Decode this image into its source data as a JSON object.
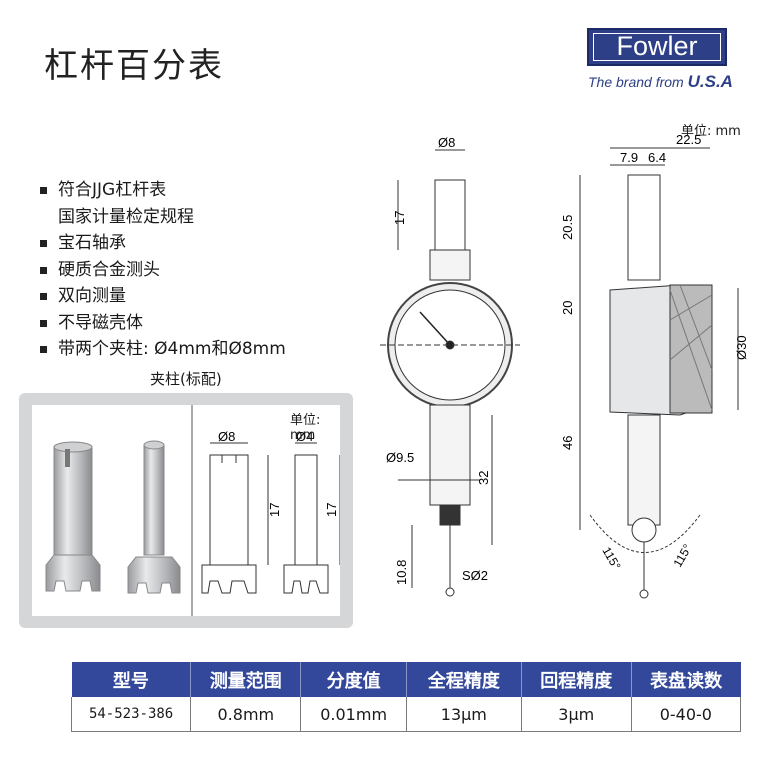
{
  "title": "杠杆百分表",
  "logo": {
    "text": "Fowler",
    "tagline_prefix": "The brand from",
    "tagline_suffix": "U.S.A"
  },
  "features": [
    "符合JJG杠杆表",
    "国家计量检定规程",
    "宝石轴承",
    "硬质合金测头",
    "双向测量",
    "不导磁壳体",
    "带两个夹柱: Ø4mm和Ø8mm"
  ],
  "clamp_title": "夹柱(标配)",
  "unit_label": "单位: mm",
  "clamp_dims": {
    "d8": "Ø8",
    "d4": "Ø4",
    "h1": "17",
    "h2": "17"
  },
  "front_dims": {
    "d8": "Ø8",
    "h17": "17",
    "d95": "Ø9.5",
    "h32": "32",
    "h108": "10.8",
    "s2": "SØ2"
  },
  "side_dims": {
    "w225": "22.5",
    "w79": "7.9",
    "w64": "6.4",
    "h205": "20.5",
    "h20": "20",
    "d30": "Ø30",
    "h46": "46",
    "a1": "115°",
    "a2": "115°"
  },
  "table": {
    "headers": [
      "型号",
      "测量范围",
      "分度值",
      "全程精度",
      "回程精度",
      "表盘读数"
    ],
    "row": [
      "54-523-386",
      "0.8mm",
      "0.01mm",
      "13μm",
      "3μm",
      "0-40-0"
    ]
  },
  "colors": {
    "brand_blue": "#2d3f86",
    "table_header": "#33489a"
  }
}
